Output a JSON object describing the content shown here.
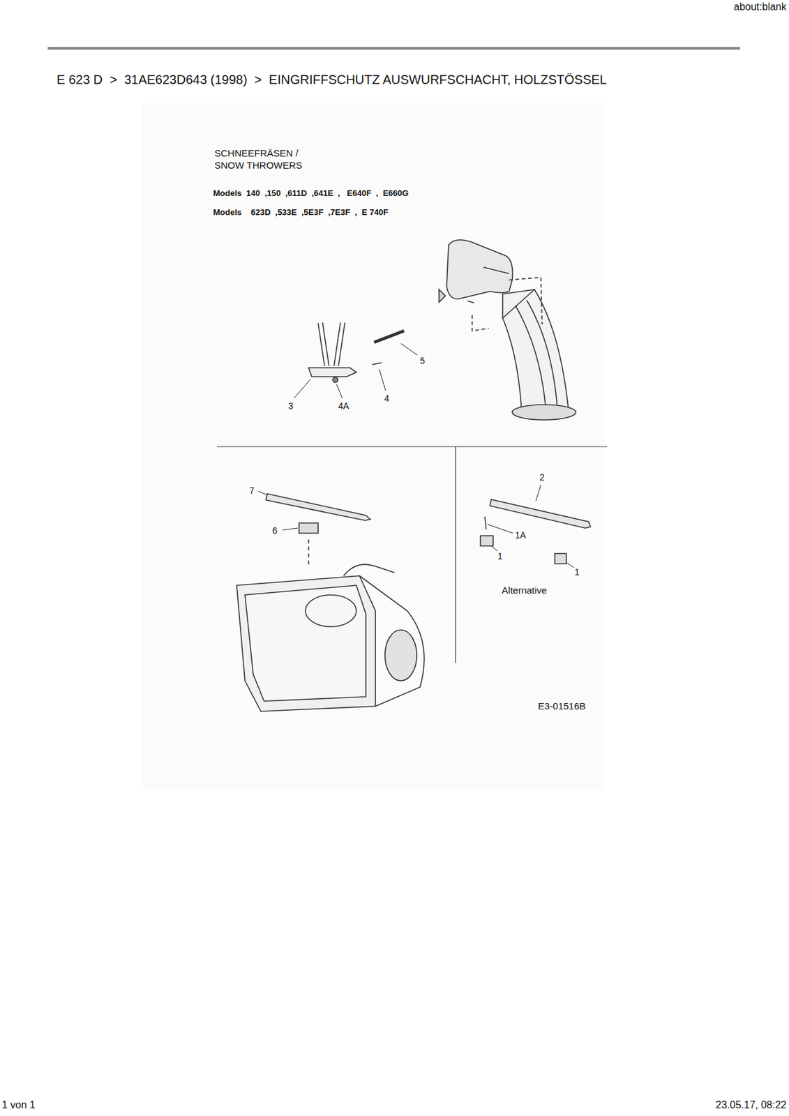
{
  "diagram": {
    "title": "E 623 D  >  31AE623D643 (1998)  >  EINGRIFFSCHUTZ AUSWURFSCHACHT, HOLZSTÖSSEL",
    "labels": [
      "about:blank",
      "SCHNEEFRÄSEN /",
      "SNOW THROWERS",
      "Models  140  ,150  ,611D  ,641E  ,   E640F  ,  E660G",
      "Models    623D  ,533E  ,5E3F  ,7E3F  ,  E 740F",
      "5",
      "3",
      "4A",
      "4",
      "7",
      "6",
      "2",
      "1A",
      "1",
      "1",
      "Alternative",
      "E3-01516B",
      "1 von 1",
      "23.05.17, 08:22"
    ]
  }
}
